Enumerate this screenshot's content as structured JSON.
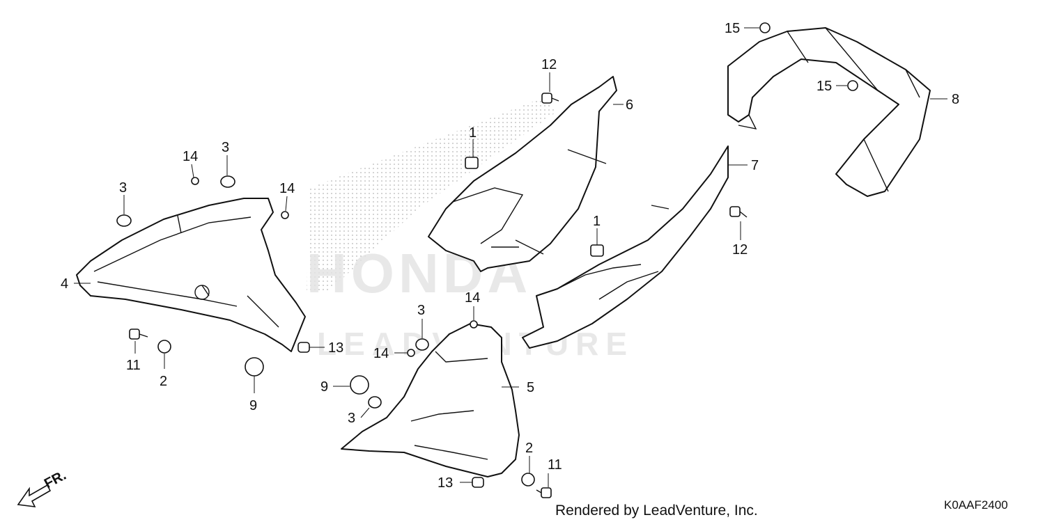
{
  "footer": {
    "rendered_by": "Rendered by LeadVenture, Inc.",
    "diagram_code": "K0AAF2400"
  },
  "watermark": {
    "brand_text": "HONDA",
    "sub_text": "LEADVENTURE"
  },
  "front_indicator": {
    "label": "FR."
  },
  "callouts": [
    {
      "id": "c15a",
      "text": "15"
    },
    {
      "id": "c15b",
      "text": "15"
    },
    {
      "id": "c8",
      "text": "8"
    },
    {
      "id": "c12a",
      "text": "12"
    },
    {
      "id": "c6",
      "text": "6"
    },
    {
      "id": "c1a",
      "text": "1"
    },
    {
      "id": "c7",
      "text": "7"
    },
    {
      "id": "c12b",
      "text": "12"
    },
    {
      "id": "c1b",
      "text": "1"
    },
    {
      "id": "c14a",
      "text": "14"
    },
    {
      "id": "c3a",
      "text": "3"
    },
    {
      "id": "c3b",
      "text": "3"
    },
    {
      "id": "c14b",
      "text": "14"
    },
    {
      "id": "c4",
      "text": "4"
    },
    {
      "id": "c11a",
      "text": "11"
    },
    {
      "id": "c2a",
      "text": "2"
    },
    {
      "id": "c9a",
      "text": "9"
    },
    {
      "id": "c13a",
      "text": "13"
    },
    {
      "id": "c14c",
      "text": "14"
    },
    {
      "id": "c3c",
      "text": "3"
    },
    {
      "id": "c14d",
      "text": "14"
    },
    {
      "id": "c9b",
      "text": "9"
    },
    {
      "id": "c5",
      "text": "5"
    },
    {
      "id": "c3d",
      "text": "3"
    },
    {
      "id": "c2b",
      "text": "2"
    },
    {
      "id": "c11b",
      "text": "11"
    },
    {
      "id": "c13b",
      "text": "13"
    }
  ]
}
